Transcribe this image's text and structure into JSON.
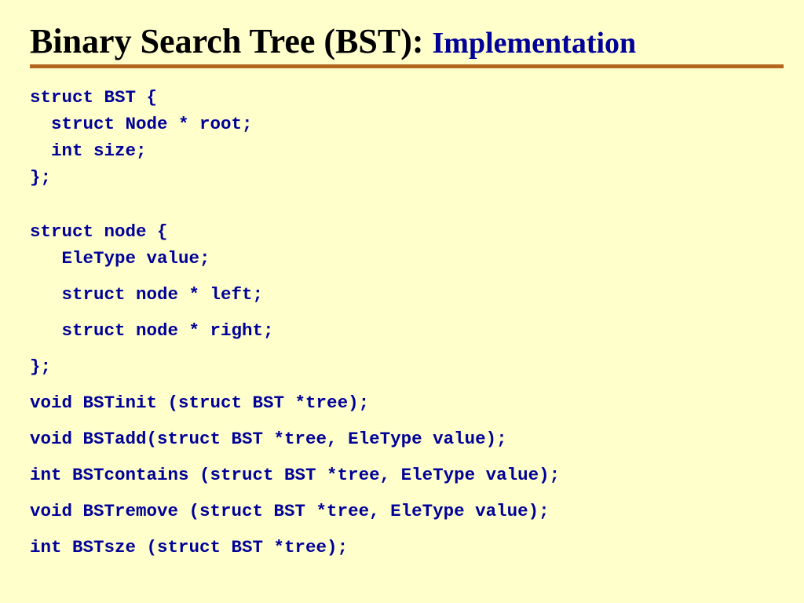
{
  "slide": {
    "title": "Binary Search Tree (BST): ",
    "subtitle": "Implementation"
  },
  "code": {
    "bst_open": "struct BST {",
    "bst_root": "  struct Node * root;",
    "bst_size": "  int size;",
    "bst_close": "};",
    "node_open": "struct node {",
    "node_value": "   EleType value;",
    "node_left": "   struct node * left;",
    "node_right": "   struct node * right;",
    "node_close": "};",
    "fn_init": "void BSTinit (struct BST *tree);",
    "fn_add": "void BSTadd(struct BST *tree, EleType value);",
    "fn_contains": "int BSTcontains (struct BST *tree, EleType value);",
    "fn_remove": "void BSTremove (struct BST *tree, EleType value);",
    "fn_size": "int BSTsze (struct BST *tree);"
  },
  "colors": {
    "background": "#FFFFCC",
    "title": "#000000",
    "subtitle": "#000099",
    "code": "#000099",
    "rule": "#B5651D"
  }
}
